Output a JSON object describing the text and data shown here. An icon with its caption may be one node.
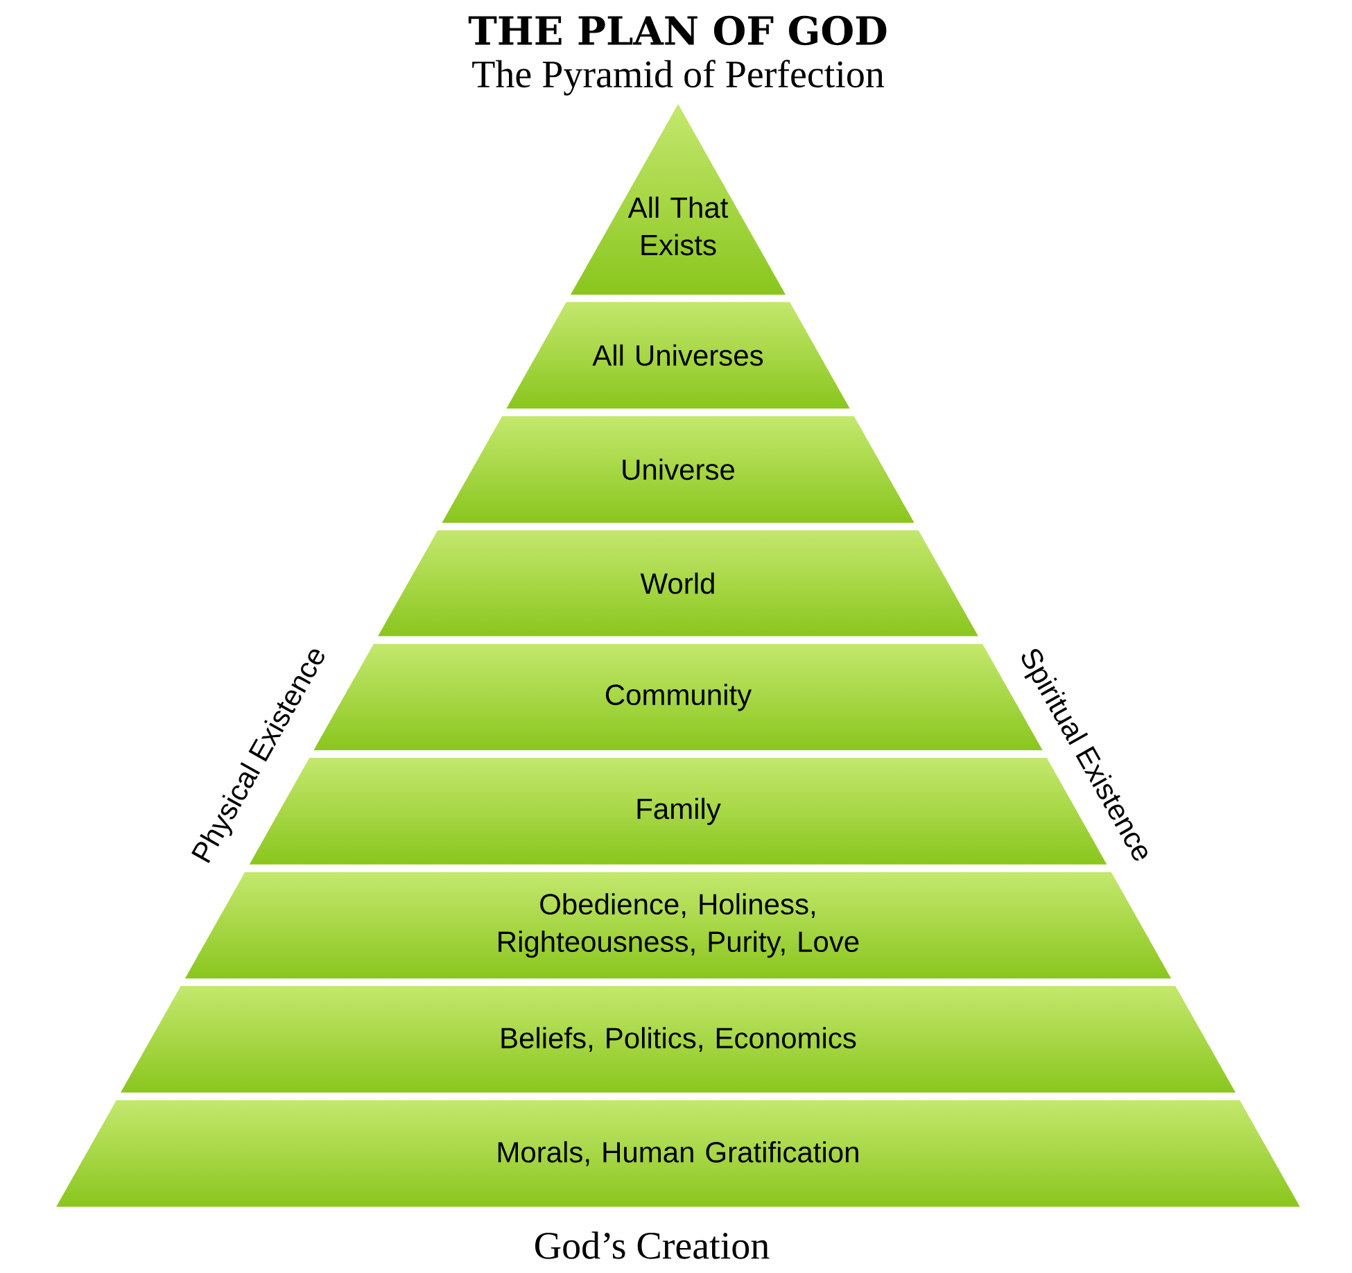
{
  "diagram": {
    "title": "THE PLAN OF GOD",
    "caption": "God’s Creation",
    "nodes": [
      {
        "text": [
          "All That Exists"
        ]
      },
      {
        "text": [
          "All Universes"
        ]
      },
      {
        "text": [
          "Universe"
        ]
      },
      {
        "text": [
          "World"
        ]
      },
      {
        "text": [
          "Community"
        ]
      },
      {
        "text": [
          "Family"
        ]
      },
      {
        "text": [
          "Obedience, Holiness, Righteousness, Purity, Love"
        ]
      },
      {
        "text": [
          "Beliefs, Politics, Economics"
        ]
      },
      {
        "text": [
          "Morals, Human Gratification"
        ]
      }
    ],
    "labels": [
      "The Pyramid of Perfection",
      "Physical Existence",
      "Spiritual Existence"
    ]
  }
}
